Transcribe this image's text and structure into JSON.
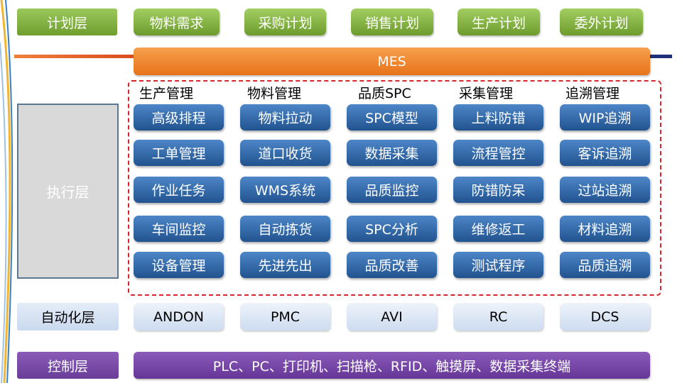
{
  "layers": {
    "plan": "计划层",
    "execution": "执行层",
    "automation": "自动化层",
    "control": "控制层"
  },
  "plan_items": [
    "物料需求",
    "采购计划",
    "销售计划",
    "生产计划",
    "委外计划"
  ],
  "mes_label": "MES",
  "execution_columns": [
    {
      "header": "生产管理",
      "items": [
        "高级排程",
        "工单管理",
        "作业任务",
        "车间监控",
        "设备管理"
      ]
    },
    {
      "header": "物料管理",
      "items": [
        "物料拉动",
        "道口收货",
        "WMS系统",
        "自动拣货",
        "先进先出"
      ]
    },
    {
      "header": "品质SPC",
      "items": [
        "SPC模型",
        "数据采集",
        "品质监控",
        "SPC分析",
        "品质改善"
      ]
    },
    {
      "header": "采集管理",
      "items": [
        "上料防错",
        "流程管控",
        "防错防呆",
        "维修返工",
        "测试程序"
      ]
    },
    {
      "header": "追溯管理",
      "items": [
        "WIP追溯",
        "客诉追溯",
        "过站追溯",
        "材料追溯",
        "品质追溯"
      ]
    }
  ],
  "automation_items": [
    "ANDON",
    "PMC",
    "AVI",
    "RC",
    "DCS"
  ],
  "control_text": "PLC、PC、打印机、扫描枪、RFID、触摸屏、数据采集终端"
}
